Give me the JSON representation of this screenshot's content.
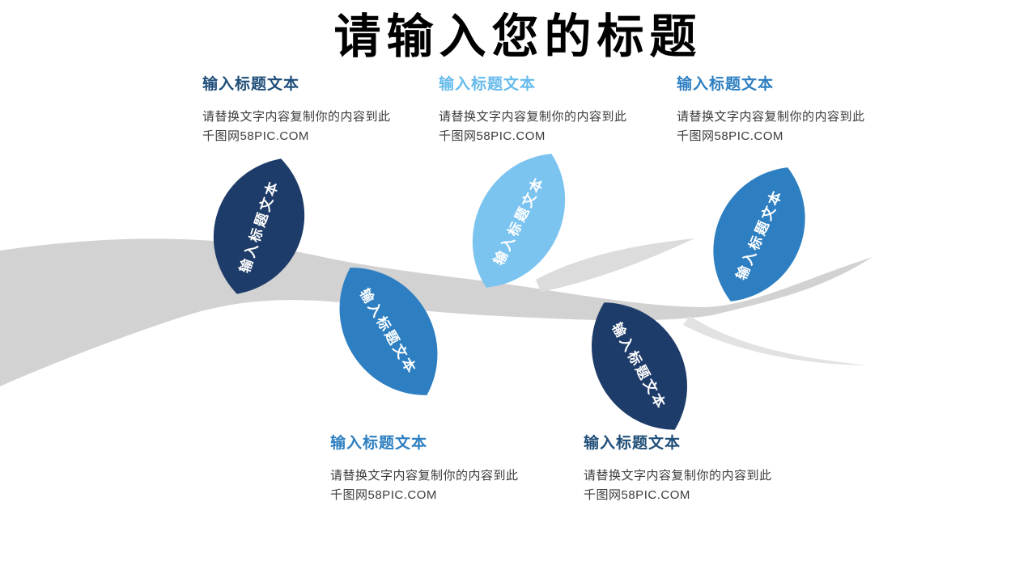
{
  "title": "请输入您的标题",
  "sections": [
    {
      "heading": "输入标题文本",
      "body_line1": "请替换文字内容复制你的内容到此",
      "body_line2": "千图网58PIC.COM",
      "accent": "#1f4e79"
    },
    {
      "heading": "输入标题文本",
      "body_line1": "请替换文字内容复制你的内容到此",
      "body_line2": "千图网58PIC.COM",
      "accent": "#66bbec"
    },
    {
      "heading": "输入标题文本",
      "body_line1": "请替换文字内容复制你的内容到此",
      "body_line2": "千图网58PIC.COM",
      "accent": "#2e7fc1"
    },
    {
      "heading": "输入标题文本",
      "body_line1": "请替换文字内容复制你的内容到此",
      "body_line2": "千图网58PIC.COM",
      "accent": "#2e7fc1"
    },
    {
      "heading": "输入标题文本",
      "body_line1": "请替换文字内容复制你的内容到此",
      "body_line2": "千图网58PIC.COM",
      "accent": "#1f4e79"
    }
  ],
  "leaves": [
    {
      "label": "输入标题文本",
      "color": "#1e3c69"
    },
    {
      "label": "输入标题文本",
      "color": "#7cc4f0"
    },
    {
      "label": "输入标题文本",
      "color": "#2d7fc1"
    },
    {
      "label": "输入标题文本",
      "color": "#2d7fc1"
    },
    {
      "label": "输入标题文本",
      "color": "#1e3c69"
    }
  ],
  "colors": {
    "branch_main": "#d2d2d2",
    "branch_light": "#dcdcdc",
    "branch_faint": "#e2e2e2",
    "leaf_text": "#ffffff",
    "title_text": "#000000",
    "body_text": "#3c3c3c"
  }
}
